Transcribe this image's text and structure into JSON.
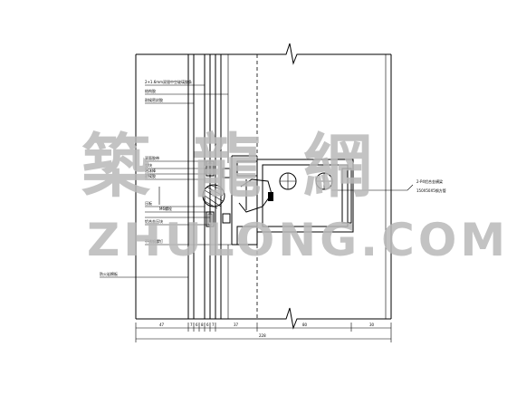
{
  "labels": {
    "top1": "2+1.6mm双银中空玻璃胶条",
    "top2": "结构胶",
    "top3": "耐候密封胶",
    "mid1": "双面胶带",
    "mid2": "垫块",
    "mid3": "泡沫棒",
    "mid4": "耐候胶",
    "mid5": "压板",
    "mid6": "M6螺栓",
    "mid7": "铝合金压块",
    "mid8": "不锈钢螺钉",
    "right1": "2-P4铝合金横梁",
    "right2": "150X50X5钢方管",
    "left1": "防火岩棉板"
  },
  "dimensions": {
    "segments": [
      "47",
      "7",
      "6",
      "8",
      "6",
      "7",
      "37",
      "80",
      "30"
    ],
    "total": "228"
  },
  "watermark": {
    "chinese": "築 龍 網",
    "latin": "ZHULONG.COM"
  }
}
